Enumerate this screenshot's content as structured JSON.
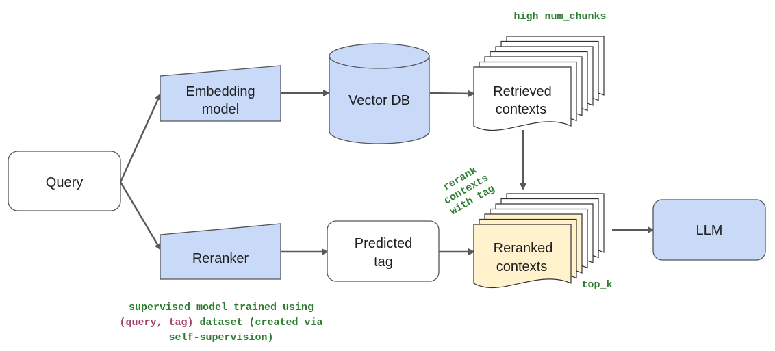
{
  "nodes": {
    "query": "Query",
    "embedding_model": [
      "Embedding",
      "model"
    ],
    "vector_db": "Vector DB",
    "retrieved_contexts": [
      "Retrieved",
      "contexts"
    ],
    "reranker": "Reranker",
    "predicted_tag": [
      "Predicted",
      "tag"
    ],
    "reranked_contexts": [
      "Reranked",
      "contexts"
    ],
    "llm": "LLM"
  },
  "annotations": {
    "high_num_chunks": "high num_chunks",
    "rerank_with_tag": [
      "rerank",
      "contexts",
      "with tag"
    ],
    "top_k": "top_k",
    "supervised_line1": "supervised model trained using",
    "supervised_line2_purple": "(query, tag)",
    "supervised_line2_rest": " dataset (created via",
    "supervised_line3": "self-supervision)"
  },
  "colors": {
    "blue_fill": "#c9daf8",
    "yellow_fill": "#fff2cc",
    "stroke": "#555555",
    "arrow": "#595959",
    "green_text": "#2e7d32",
    "purple_text": "#a1456d"
  }
}
